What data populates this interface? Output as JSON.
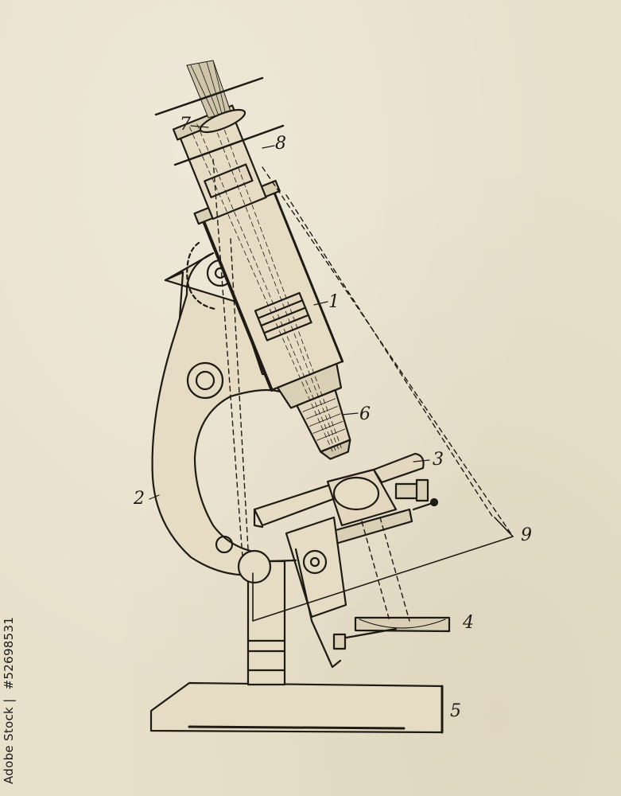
{
  "diagram": {
    "labels": {
      "tube": "1",
      "arm": "2",
      "stage": "3",
      "mirror": "4",
      "base": "5",
      "objective": "6",
      "eyepiece_lens": "7",
      "eyepiece_diaphragm": "8",
      "light_path": "9"
    }
  },
  "watermark": {
    "brand": "Adobe Stock",
    "separator": "|",
    "id": "#52698531"
  },
  "colors": {
    "paper": "#e8e0cb",
    "ink": "#1e1a14"
  }
}
